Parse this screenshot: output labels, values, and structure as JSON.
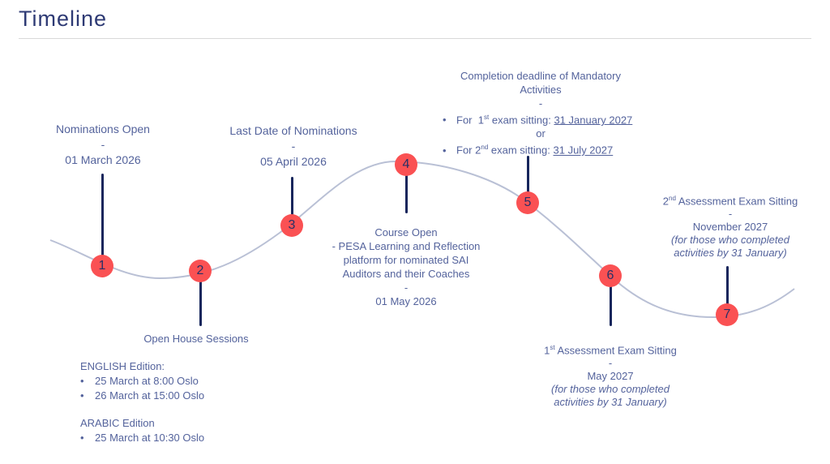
{
  "title": "Timeline",
  "bullet_char": "•",
  "colors": {
    "accent_red": "#fa5153",
    "navy": "#17265c",
    "label_blue": "#54639c",
    "curve_gray": "#b9c0d5"
  },
  "milestones": [
    {
      "number": "1"
    },
    {
      "number": "2"
    },
    {
      "number": "3"
    },
    {
      "number": "4"
    },
    {
      "number": "5"
    },
    {
      "number": "6"
    },
    {
      "number": "7"
    }
  ],
  "blocks": {
    "nominations": {
      "title": "Nominations Open",
      "dash": "-",
      "date": "01 March 2026"
    },
    "last_date": {
      "title": "Last Date of Nominations",
      "dash": "-",
      "date": "05 April 2026"
    },
    "completion": {
      "title_line1": "Completion deadline of Mandatory",
      "title_line2": "Activities",
      "dash": "-",
      "bullet1": {
        "pre": "For  1",
        "sup": "st",
        "mid": " exam sitting: ",
        "date": "31 January 2027"
      },
      "or": "or",
      "bullet2": {
        "pre": "For 2",
        "sup": "nd",
        "mid": " exam sitting: ",
        "date": "31 July 2027"
      }
    },
    "course": {
      "line1": "Course Open",
      "line2": "- PESA Learning and Reflection",
      "line3": "platform for nominated SAI",
      "line4": "Auditors and their Coaches",
      "dash": "-",
      "date": "01 May 2026"
    },
    "open_house": {
      "title": "Open House Sessions",
      "english_heading": "ENGLISH Edition:",
      "english_items": [
        "25 March at 8:00 Oslo",
        "26 March at 15:00 Oslo"
      ],
      "arabic_heading": "ARABIC Edition",
      "arabic_items": [
        "25 March at 10:30 Oslo"
      ]
    },
    "exam1": {
      "num": "1",
      "sup": "st",
      "rest": " Assessment Exam Sitting",
      "dash": "-",
      "date": "May 2027",
      "note_line1": "(for those who completed",
      "note_line2": "activities by 31 January)"
    },
    "exam2": {
      "num": "2",
      "sup": "nd",
      "rest": " Assessment Exam Sitting",
      "dash": "-",
      "date": "November 2027",
      "note_line1": "(for those who completed",
      "note_line2": "activities by 31 January)"
    }
  }
}
